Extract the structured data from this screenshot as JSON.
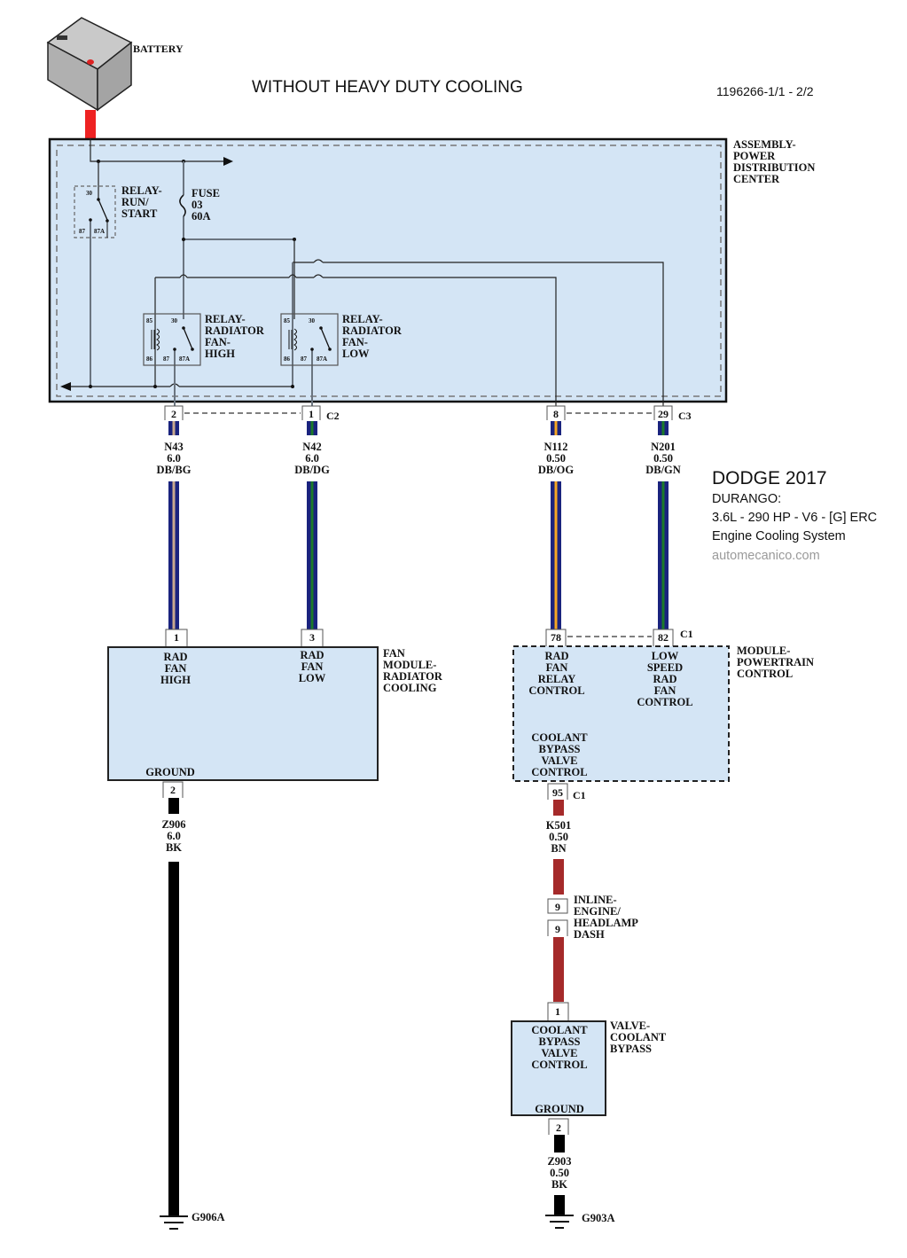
{
  "title": "WITHOUT HEAVY DUTY COOLING",
  "doc_id": "1196266-1/1 - 2/2",
  "battery": {
    "label": "BATTERY"
  },
  "pdc": {
    "label_lines": [
      "ASSEMBLY-",
      "POWER",
      "DISTRIBUTION",
      "CENTER"
    ],
    "relay_run_start": {
      "label_lines": [
        "RELAY-",
        "RUN/",
        "START"
      ],
      "pins": [
        "30",
        "87",
        "87A"
      ]
    },
    "fuse": {
      "label_lines": [
        "FUSE",
        "03",
        "60A"
      ]
    },
    "relay_fan_high": {
      "label_lines": [
        "RELAY-",
        "RADIATOR",
        "FAN-",
        "HIGH"
      ],
      "pins": [
        "85",
        "30",
        "86",
        "87",
        "87A"
      ]
    },
    "relay_fan_low": {
      "label_lines": [
        "RELAY-",
        "RADIATOR",
        "FAN-",
        "LOW"
      ],
      "pins": [
        "85",
        "30",
        "86",
        "87",
        "87A"
      ]
    }
  },
  "connectors": {
    "c2": {
      "name": "C2",
      "pins": [
        "2",
        "1"
      ]
    },
    "c3": {
      "name": "C3",
      "pins": [
        "8",
        "29"
      ]
    },
    "pcm_c1": {
      "name": "C1",
      "pins": [
        "78",
        "82"
      ]
    },
    "pcm_c1_b": {
      "name": "C1",
      "pin": "95"
    },
    "inline": {
      "pins": [
        "9",
        "9"
      ],
      "label_lines": [
        "INLINE-",
        "ENGINE/",
        "HEADLAMP",
        "DASH"
      ]
    }
  },
  "wires": [
    {
      "id": "N43",
      "gauge": "6.0",
      "color": "DB/BG",
      "base_hex": "#1a237e",
      "stripe_hex": "#c8a98f"
    },
    {
      "id": "N42",
      "gauge": "6.0",
      "color": "DB/DG",
      "base_hex": "#1a237e",
      "stripe_hex": "#1b7a2a"
    },
    {
      "id": "N112",
      "gauge": "0.50",
      "color": "DB/OG",
      "base_hex": "#1a237e",
      "stripe_hex": "#f5a623"
    },
    {
      "id": "N201",
      "gauge": "0.50",
      "color": "DB/GN",
      "base_hex": "#1a237e",
      "stripe_hex": "#1b7a2a"
    },
    {
      "id": "Z906",
      "gauge": "6.0",
      "color": "BK",
      "base_hex": "#000000"
    },
    {
      "id": "K501",
      "gauge": "0.50",
      "color": "BN",
      "base_hex": "#a52a2a"
    },
    {
      "id": "Z903",
      "gauge": "0.50",
      "color": "BK",
      "base_hex": "#000000"
    }
  ],
  "fan_module": {
    "label_lines": [
      "FAN",
      "MODULE-",
      "RADIATOR",
      "COOLING"
    ],
    "pin_high": "1",
    "pin_low": "3",
    "pin_ground": "2",
    "high_lines": [
      "RAD",
      "FAN",
      "HIGH"
    ],
    "low_lines": [
      "RAD",
      "FAN",
      "LOW"
    ],
    "ground": "GROUND"
  },
  "pcm": {
    "label_lines": [
      "MODULE-",
      "POWERTRAIN",
      "CONTROL"
    ],
    "relay_ctrl_lines": [
      "RAD",
      "FAN",
      "RELAY",
      "CONTROL"
    ],
    "low_speed_lines": [
      "LOW",
      "SPEED",
      "RAD",
      "FAN",
      "CONTROL"
    ],
    "bypass_lines": [
      "COOLANT",
      "BYPASS",
      "VALVE",
      "CONTROL"
    ]
  },
  "valve": {
    "label_lines": [
      "VALVE-",
      "COOLANT",
      "BYPASS"
    ],
    "pin_in": "1",
    "pin_ground": "2",
    "ctrl_lines": [
      "COOLANT",
      "BYPASS",
      "VALVE",
      "CONTROL"
    ],
    "ground": "GROUND"
  },
  "grounds": [
    "G906A",
    "G903A"
  ],
  "info": {
    "make": "DODGE 2017",
    "model": "DURANGO:",
    "engine": "3.6L - 290 HP - V6 - [G] ERC",
    "system": "Engine Cooling System",
    "site": "automecanico.com"
  },
  "colors": {
    "panel": "#d4e5f5",
    "battery_wire": "#ee2222",
    "site_text": "#9a9a9a"
  }
}
